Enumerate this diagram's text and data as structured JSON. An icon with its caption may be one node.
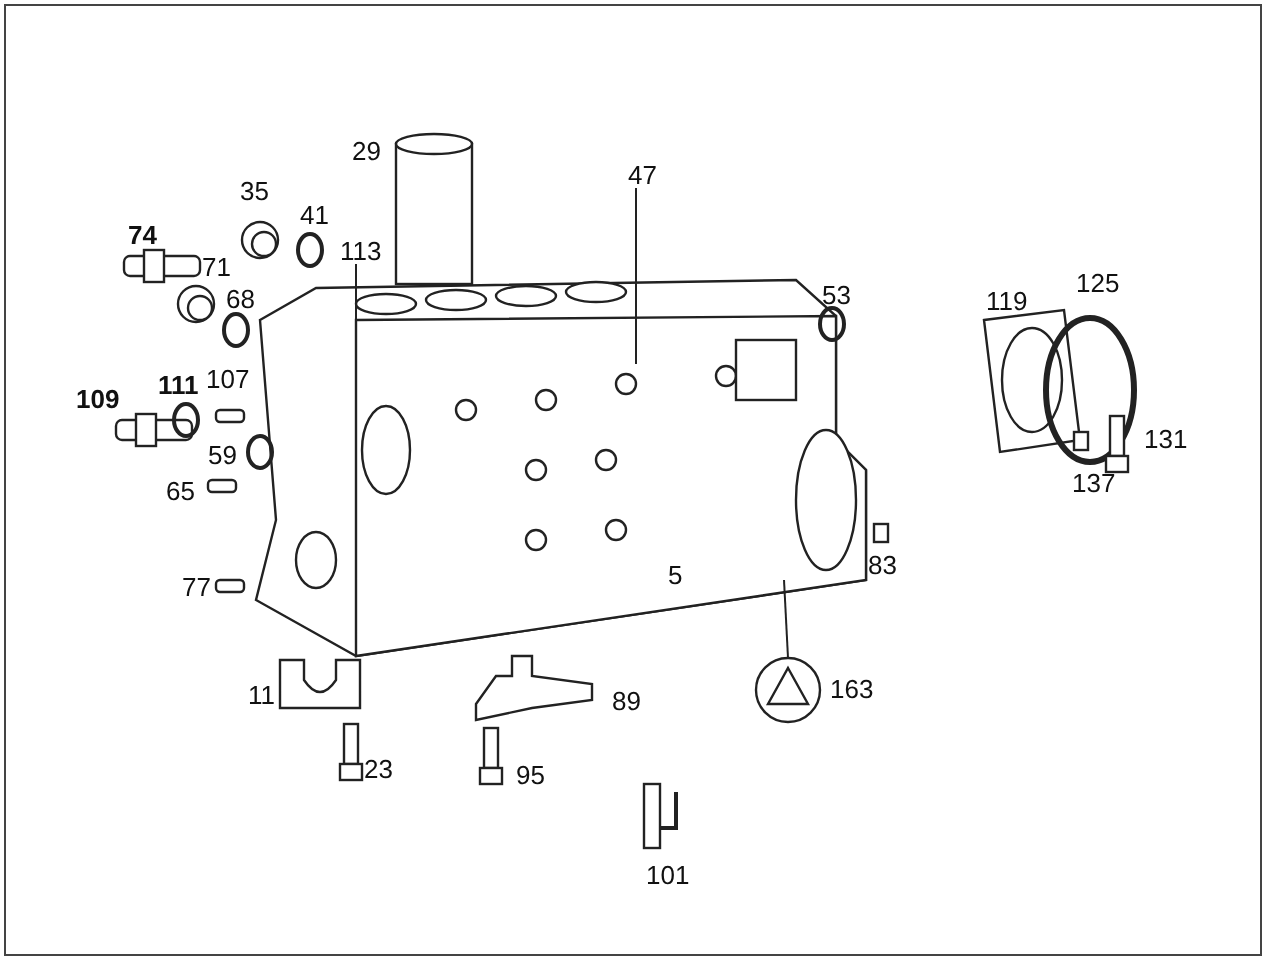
{
  "diagram": {
    "nodes": [
      {
        "text": [
          "47"
        ]
      },
      {
        "text": [
          "113"
        ]
      },
      {
        "text": [
          "163"
        ]
      },
      {
        "text": [],
        "shape": "picture"
      }
    ],
    "edges": [
      {
        "from": 0,
        "to": 3,
        "arrow": "none"
      },
      {
        "from": 1,
        "to": 3,
        "arrow": "none"
      },
      {
        "from": 2,
        "to": 3,
        "arrow": "none"
      }
    ],
    "labels": [
      "29",
      "35",
      "41",
      "74",
      "71",
      "68",
      "53",
      "119",
      "125",
      "109",
      "111",
      "107",
      "59",
      "65",
      "131",
      "137",
      "77",
      "83",
      "5",
      "11",
      "89",
      "23",
      "95",
      "101"
    ]
  }
}
